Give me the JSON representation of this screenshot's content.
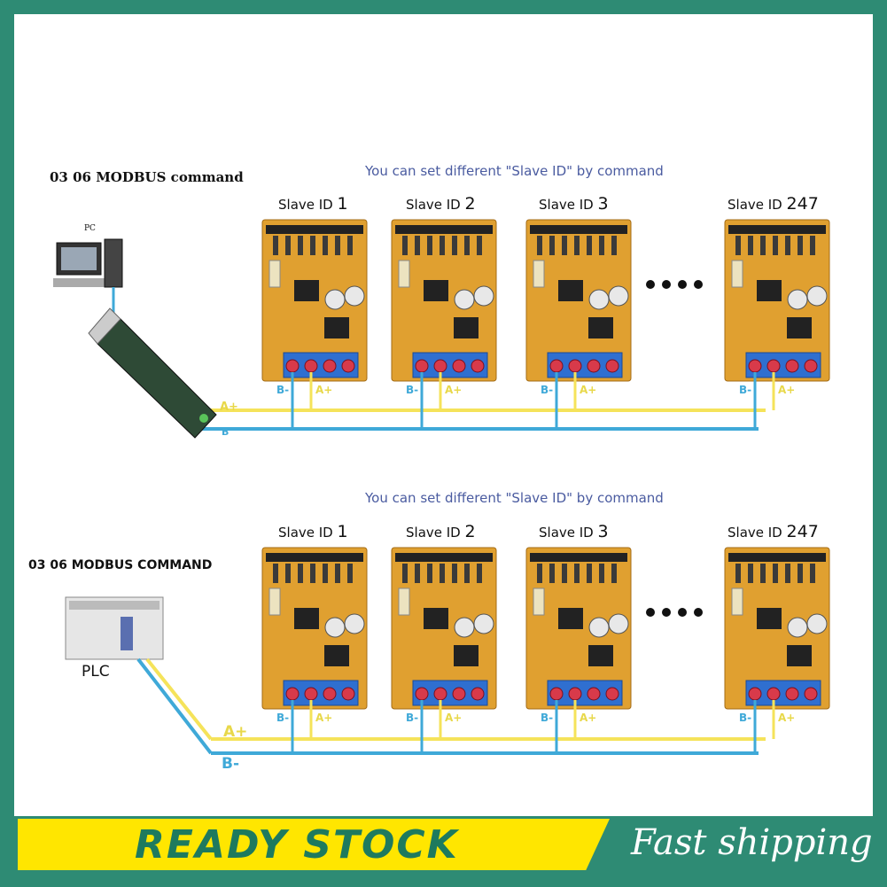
{
  "panels": [
    {
      "command": "03 06 MODBUS command",
      "hint": "You can set different \"Slave ID\" by command",
      "master": "PC",
      "wire_a": "A+",
      "wire_b": "B",
      "slaves": [
        {
          "prefix": "Slave ID",
          "id": "1"
        },
        {
          "prefix": "Slave ID",
          "id": "2"
        },
        {
          "prefix": "Slave ID",
          "id": "3"
        },
        {
          "prefix": "Slave ID",
          "id": "247"
        }
      ],
      "terminal_b": "B-",
      "terminal_a": "A+"
    },
    {
      "command": "03 06 MODBUS COMMAND",
      "hint": "You can set different \"Slave ID\" by command",
      "master": "PLC",
      "wire_a": "A+",
      "wire_b": "B-",
      "slaves": [
        {
          "prefix": "Slave ID",
          "id": "1"
        },
        {
          "prefix": "Slave ID",
          "id": "2"
        },
        {
          "prefix": "Slave ID",
          "id": "3"
        },
        {
          "prefix": "Slave ID",
          "id": "247"
        }
      ],
      "terminal_b": "B-",
      "terminal_a": "A+"
    }
  ],
  "banner": {
    "ready": "READY STOCK",
    "fast": "Fast shipping"
  },
  "colors": {
    "frame": "#2e8b74",
    "banner_yellow": "#ffe600",
    "wire_a": "#f5e35a",
    "wire_b": "#3fa9d8",
    "board": "#e0a030",
    "terminal": "#2f6fd0"
  }
}
